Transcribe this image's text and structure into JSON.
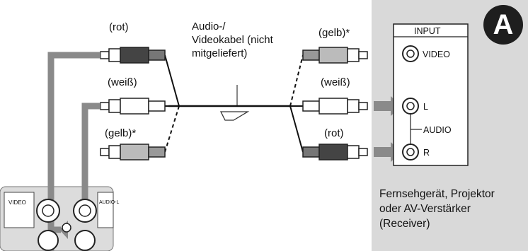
{
  "labels": {
    "left_red": "(rot)",
    "left_white": "(weiß)",
    "left_yellow": "(gelb)*",
    "cable": "Audio-/\nVideokabel (nicht\nmitgeliefert)",
    "right_yellow": "(gelb)*",
    "right_white": "(weiß)",
    "right_red": "(rot)"
  },
  "device_panel": {
    "title": "INPUT",
    "video": "VIDEO",
    "left": "L",
    "audio": "AUDIO",
    "right": "R",
    "caption": "Fernsehgerät, Projektor\noder AV-Verstärker\n(Receiver)"
  },
  "badge": "A",
  "player_panel": {
    "video": "VIDEO",
    "audio_l": "AUDIO-L"
  }
}
